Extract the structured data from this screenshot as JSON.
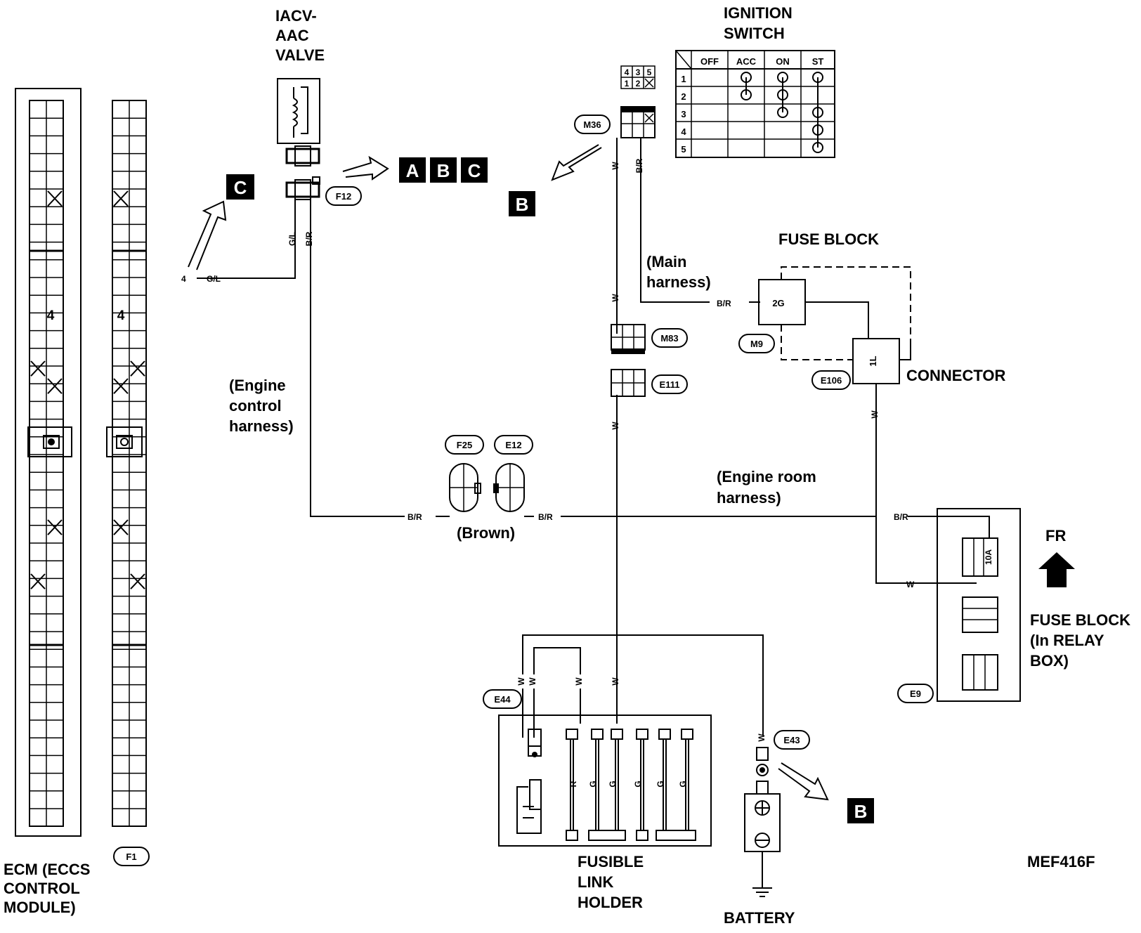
{
  "components": {
    "ecm": [
      "ECM (ECCS",
      "CONTROL",
      "MODULE)"
    ],
    "ecm_connector": "F1",
    "ecm_pin": "4",
    "iacv": [
      "IACV-",
      "AAC",
      "VALVE"
    ],
    "ignition_switch": [
      "IGNITION",
      "SWITCH"
    ],
    "fuse_block": "FUSE BLOCK",
    "connector": "CONNECTOR",
    "fuse_block_relay": [
      "FUSE BLOCK",
      "(In RELAY",
      "BOX)"
    ],
    "fusible_link_holder": [
      "FUSIBLE",
      "LINK",
      "HOLDER"
    ],
    "battery": "BATTERY",
    "fr": "FR",
    "figure_code": "MEF416F"
  },
  "harnesses": {
    "main": [
      "(Main",
      "harness)"
    ],
    "engine_control": [
      "(Engine",
      "control",
      "harness)"
    ],
    "engine_room": [
      "(Engine room",
      "harness)"
    ],
    "brown": "(Brown)"
  },
  "connectors": {
    "f12": "F12",
    "m36": "M36",
    "m83": "M83",
    "e111": "E111",
    "f25": "F25",
    "e12": "E12",
    "m9": "M9",
    "e106": "E106",
    "e9": "E9",
    "e44": "E44",
    "e43": "E43"
  },
  "wires": {
    "gl": "G/L",
    "br": "B/R",
    "w": "W",
    "g": "G",
    "r": "R",
    "pin4": "4",
    "pin2g": "2G",
    "pin1l": "1L",
    "fuse_10a": "10A"
  },
  "refs": {
    "a": "A",
    "b": "B",
    "c": "C"
  },
  "ignition_table": {
    "headers": [
      "OFF",
      "ACC",
      "ON",
      "ST"
    ],
    "rows": [
      "1",
      "2",
      "3",
      "4",
      "5"
    ]
  },
  "m36_pins": {
    "top": [
      "4",
      "3",
      "5"
    ],
    "bottom": [
      "1",
      "2"
    ]
  }
}
